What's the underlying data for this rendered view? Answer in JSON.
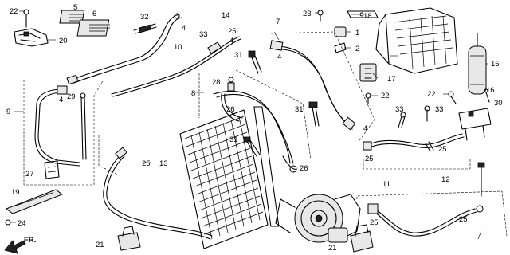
{
  "callouts": {
    "c1": "1",
    "c2": "2",
    "c4a": "4",
    "c4b": "4",
    "c4c": "4",
    "c4d": "4",
    "c4e": "4",
    "c5": "5",
    "c6": "6",
    "c7": "7",
    "c8": "8",
    "c9": "9",
    "c10": "10",
    "c11": "11",
    "c12": "12",
    "c13": "13",
    "c14": "14",
    "c15": "15",
    "c16": "16",
    "c17": "17",
    "c18": "18",
    "c19": "19",
    "c20": "20",
    "c21a": "21",
    "c21b": "21",
    "c22a": "22",
    "c22b": "22",
    "c22c": "22",
    "c23": "23",
    "c24": "24",
    "c25a": "25",
    "c25b": "25",
    "c25c": "25",
    "c25d": "25",
    "c25e": "25",
    "c25f": "25",
    "c26a": "26",
    "c26b": "26",
    "c27": "27",
    "c28": "28",
    "c29": "29",
    "c30": "30",
    "c31a": "31",
    "c31b": "31",
    "c31c": "31",
    "c32": "32",
    "c33a": "33",
    "c33b": "33",
    "c33c": "33"
  },
  "front_marker": "FR."
}
